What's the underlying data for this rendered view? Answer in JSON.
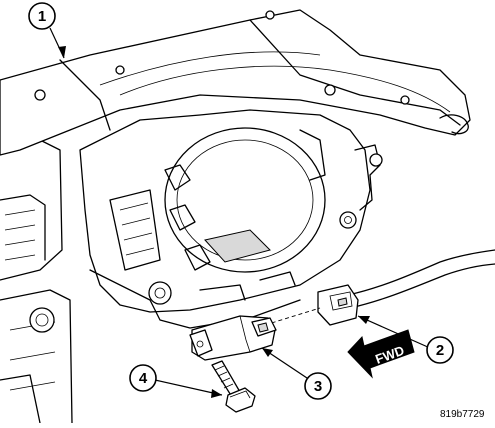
{
  "callouts": [
    {
      "id": "1",
      "label": "1"
    },
    {
      "id": "2",
      "label": "2"
    },
    {
      "id": "3",
      "label": "3"
    },
    {
      "id": "4",
      "label": "4"
    }
  ],
  "fwd_label": "FWD",
  "figure_code": "819b7729"
}
